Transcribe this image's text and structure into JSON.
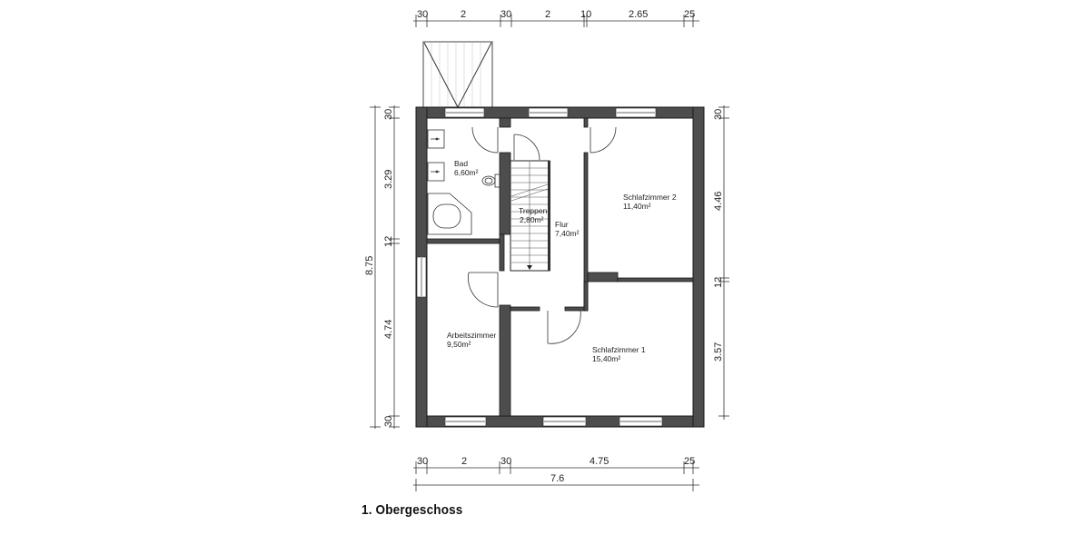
{
  "title": "1. Obergeschoss",
  "colors": {
    "wall": "#4d4d4d",
    "wall_outline": "#1a1a1a",
    "line": "#222222",
    "background": "#ffffff"
  },
  "dimensions": {
    "top": [
      "30",
      "2",
      "30",
      "2",
      "10",
      "2.65",
      "25"
    ],
    "bottom": [
      "30",
      "2",
      "30",
      "4.75",
      "25"
    ],
    "bottom_total": "7.6",
    "left": [
      "30",
      "3.29",
      "12",
      "4.74",
      "30"
    ],
    "left_total": "8.75",
    "right": [
      "30",
      "4.46",
      "12",
      "3.57"
    ]
  },
  "rooms": [
    {
      "name": "Bad",
      "area": "6,60m²"
    },
    {
      "name": "Treppen",
      "area": "2,80m²"
    },
    {
      "name": "Flur",
      "area": "7,40m²"
    },
    {
      "name": "Schlafzimmer 2",
      "area": "11,40m²"
    },
    {
      "name": "Arbeitszimmer",
      "area": "9,50m²"
    },
    {
      "name": "Schlafzimmer 1",
      "area": "15,40m²"
    }
  ]
}
